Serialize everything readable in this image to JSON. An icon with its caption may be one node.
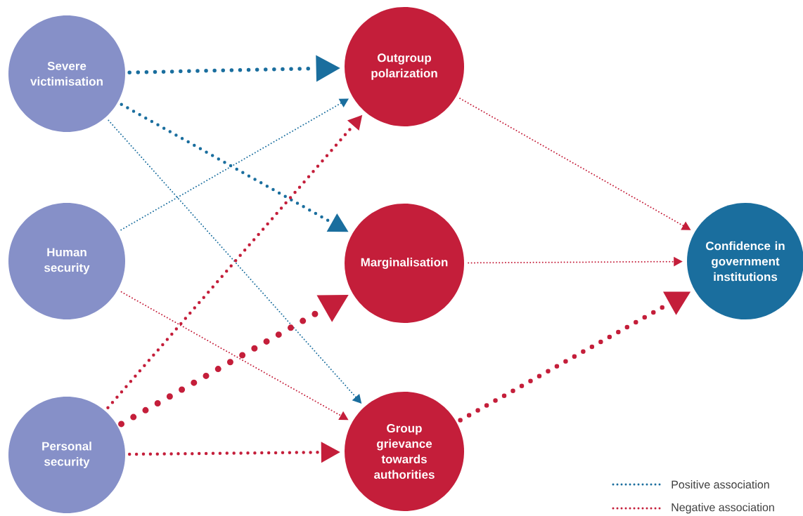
{
  "diagram": {
    "nodes": [
      {
        "text": [
          "Severe victimisation"
        ]
      },
      {
        "text": [
          "Human security"
        ]
      },
      {
        "text": [
          "Personal security"
        ]
      },
      {
        "text": [
          "Outgroup polarization"
        ]
      },
      {
        "text": [
          "Marginalisation"
        ]
      },
      {
        "text": [
          "Group grievance towards authorities"
        ]
      },
      {
        "text": [
          "Confidence in government institutions"
        ]
      }
    ],
    "edges": [
      {
        "from": 0,
        "to": 3,
        "arrow": "to",
        "color": "#1a6e9e"
      },
      {
        "from": 0,
        "to": 4,
        "arrow": "to",
        "color": "#1a6e9e"
      },
      {
        "from": 0,
        "to": 5,
        "arrow": "to",
        "color": "#1a6e9e"
      },
      {
        "from": 1,
        "to": 3,
        "arrow": "to",
        "color": "#1a6e9e"
      },
      {
        "from": 1,
        "to": 5,
        "arrow": "to"
      },
      {
        "from": 2,
        "to": 3,
        "arrow": "to"
      },
      {
        "from": 2,
        "to": 4,
        "arrow": "to"
      },
      {
        "from": 2,
        "to": 5,
        "arrow": "to"
      },
      {
        "from": 3,
        "to": 6,
        "arrow": "to"
      },
      {
        "from": 4,
        "to": 6,
        "arrow": "to"
      },
      {
        "from": 5,
        "to": 6,
        "arrow": "to"
      }
    ],
    "legend": [
      {
        "text": "Positive association"
      },
      {
        "text": "Negative association"
      }
    ]
  }
}
